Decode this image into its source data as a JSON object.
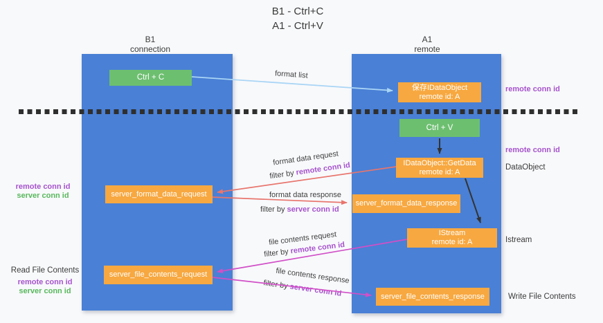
{
  "colors": {
    "column_blue": "#4a80d5",
    "node_green": "#6dbf70",
    "node_orange": "#f7a840",
    "arrow_light_blue": "#a9d5f5",
    "arrow_salmon": "#e8756d",
    "arrow_magenta": "#d14fc7",
    "arrow_black": "#333333",
    "label_purple": "#a653cc",
    "label_green": "#58b85c"
  },
  "title": {
    "line1": "B1 - Ctrl+C",
    "line2": "A1 - Ctrl+V"
  },
  "columns": {
    "left": {
      "name": "B1",
      "subtitle": "connection"
    },
    "right": {
      "name": "A1",
      "subtitle": "remote"
    }
  },
  "nodes": {
    "ctrl_c": {
      "label": "Ctrl + C"
    },
    "ctrl_v": {
      "label": "Ctrl + V"
    },
    "save_dataobject": {
      "line1": "保存IDataObject",
      "line2": "remote id: A"
    },
    "getdata": {
      "line1": "IDataObject::GetData",
      "line2": "remote id: A"
    },
    "istream": {
      "line1": "IStream",
      "line2": "remote id: A"
    },
    "server_format_data_request": {
      "label": "server_format_data_request"
    },
    "server_format_data_response": {
      "label": "server_format_data_response"
    },
    "server_file_contents_request": {
      "label": "server_file_contents_request"
    },
    "server_file_contents_response": {
      "label": "server_file_contents_response"
    }
  },
  "flows": {
    "format_list": {
      "caption": "format list"
    },
    "format_request": {
      "caption": "format data request",
      "filter_prefix": "filter by ",
      "filter_key": "remote conn id"
    },
    "format_response": {
      "caption": "format data response",
      "filter_prefix": "filter by ",
      "filter_key": "server conn id"
    },
    "file_request": {
      "caption": "file contents request",
      "filter_prefix": "filter by ",
      "filter_key": "remote conn id"
    },
    "file_response": {
      "caption": "file contents response",
      "filter_prefix": "filter by ",
      "filter_key": "server conn id"
    }
  },
  "side_labels": {
    "remote_conn_id_top_right": "remote conn id",
    "remote_conn_id_mid_right": "remote conn id",
    "dataobject": "DataObject",
    "istream": "Istream",
    "write_file_contents": "Write File Contents",
    "read_file_contents": "Read File Contents",
    "format_remote_conn_id_left": "remote conn id",
    "format_server_conn_id_left": "server conn id",
    "file_remote_conn_id_left": "remote conn id",
    "file_server_conn_id_left": "server conn id"
  }
}
